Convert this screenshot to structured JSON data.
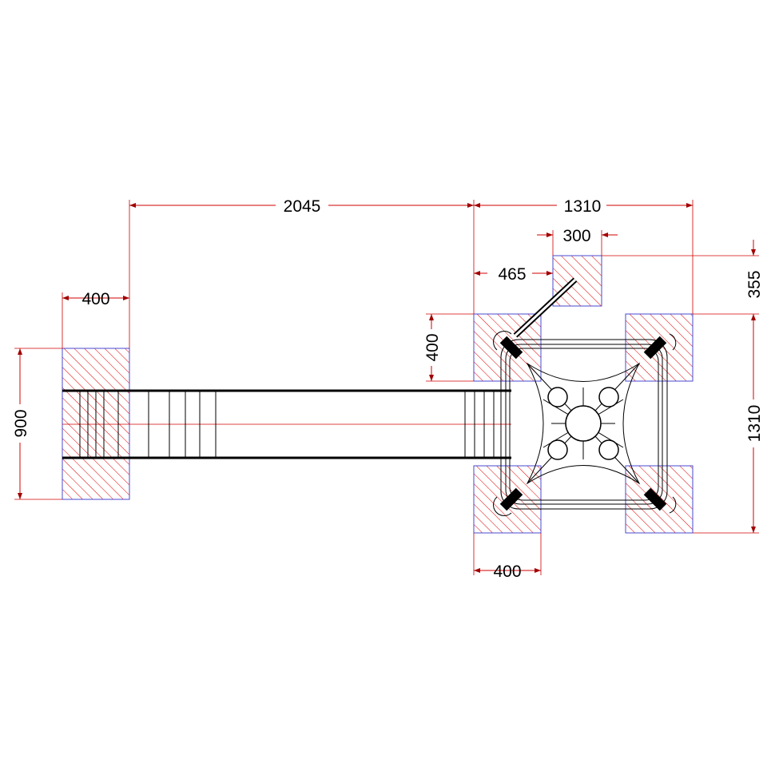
{
  "dimensions": {
    "overall_slide_offset": "2045",
    "tower_width_top": "1310",
    "ladder_footing_width": "300",
    "ladder_offset": "465",
    "ladder_depth": "355",
    "slide_footing_width": "400",
    "tower_footing_depth": "400",
    "slide_footing_length": "900",
    "tower_width_side": "1310",
    "tower_footing_width_bottom": "400"
  },
  "colors": {
    "dimension_line": "#d00000",
    "hatch": "#e00000",
    "footing_outline": "#4a4ad0",
    "drawing_ink": "#000000"
  }
}
